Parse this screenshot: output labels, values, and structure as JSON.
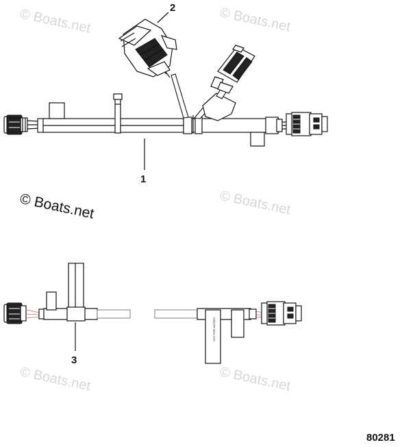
{
  "watermark": "© Boats.net",
  "copyright": "© Boats.net",
  "callouts": {
    "one": "1",
    "two": "2",
    "three": "3"
  },
  "figure_number": "80281",
  "sleeve_label": "NOT FOR WATERY"
}
